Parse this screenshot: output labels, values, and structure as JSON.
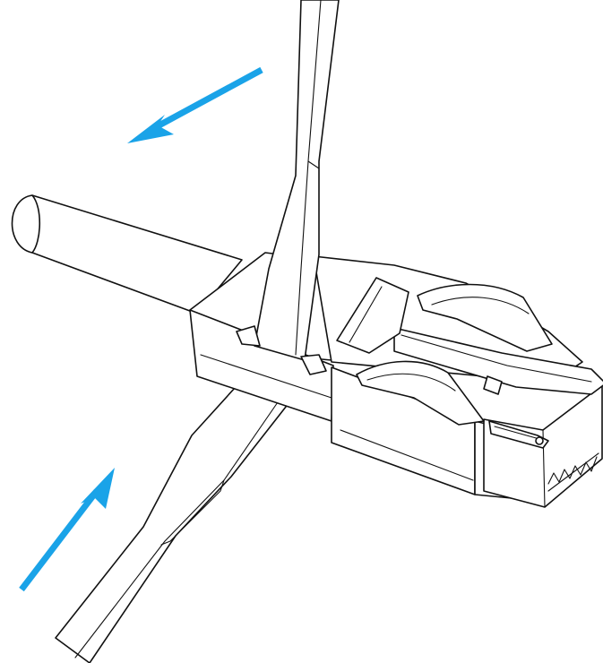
{
  "figure": {
    "kind": "line illustration",
    "subject_icon": "network-connector-with-tool-icon"
  },
  "arrows": {
    "color": "#1aa3e8",
    "upper_direction": "up-left",
    "lower_direction": "up-right"
  },
  "colors": {
    "ink": "#111111",
    "background": "#ffffff"
  }
}
